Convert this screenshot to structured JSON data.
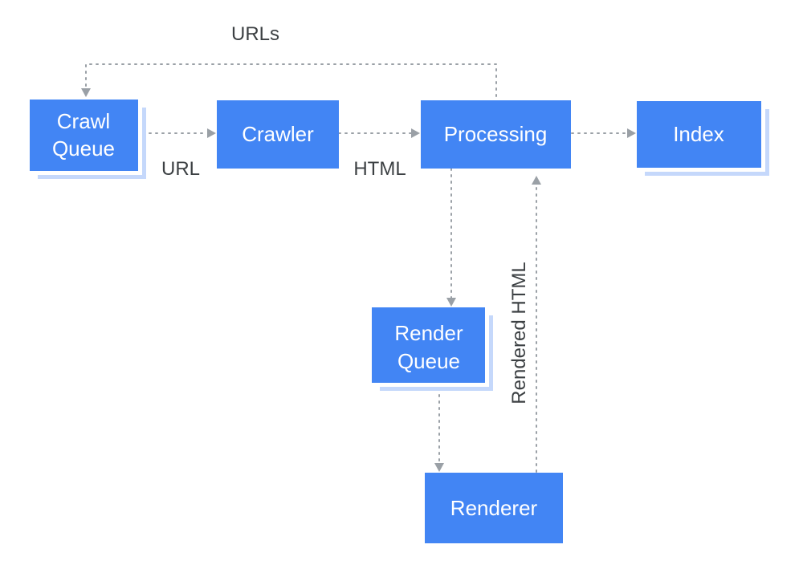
{
  "colors": {
    "node": "#4285f4",
    "node_shadow": "#c5d8fb",
    "connector": "#9aa0a6",
    "label_text": "#3c4043"
  },
  "nodes": {
    "crawl_queue": {
      "line1": "Crawl",
      "line2": "Queue"
    },
    "crawler": {
      "label": "Crawler"
    },
    "processing": {
      "label": "Processing"
    },
    "index": {
      "label": "Index"
    },
    "render_queue": {
      "line1": "Render",
      "line2": "Queue"
    },
    "renderer": {
      "label": "Renderer"
    }
  },
  "edges": {
    "urls_label": "URLs",
    "url_label": "URL",
    "html_label": "HTML",
    "rendered_html_label": "Rendered HTML"
  }
}
